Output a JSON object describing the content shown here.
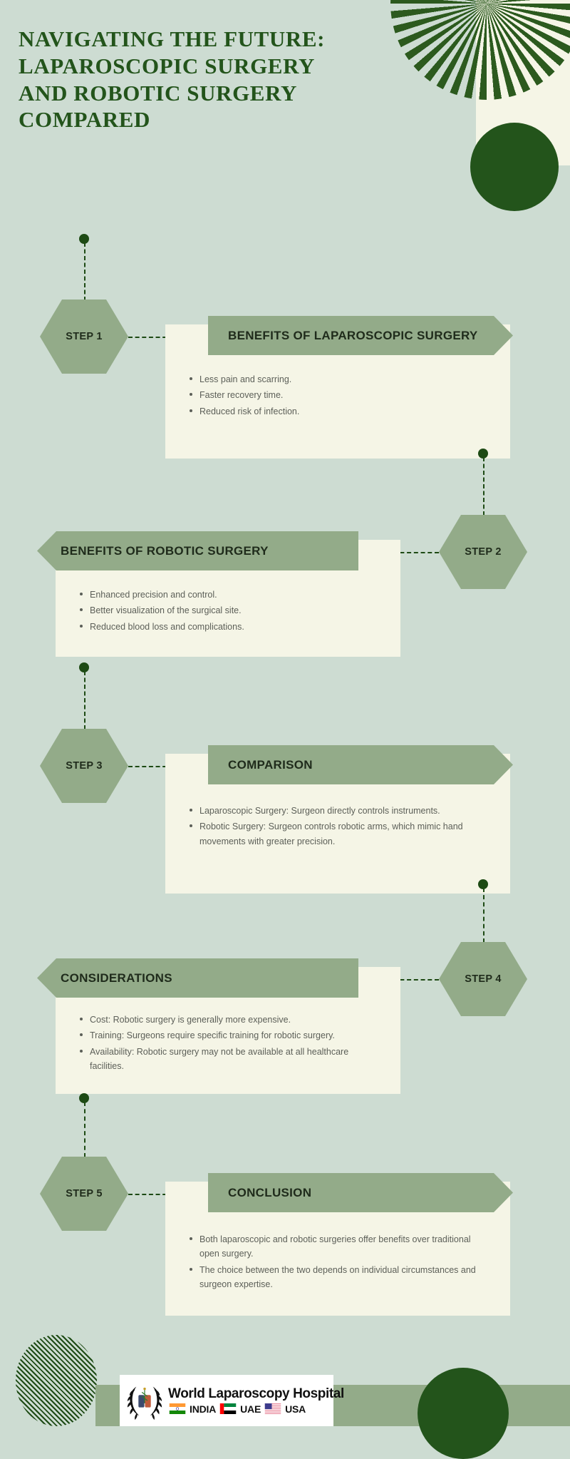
{
  "title": "NAVIGATING THE FUTURE: LAPAROSCOPIC SURGERY AND ROBOTIC SURGERY COMPARED",
  "colors": {
    "background": "#cddcd2",
    "card": "#f5f5e6",
    "accent_green": "#93ab89",
    "dark_green": "#23541b",
    "body_text": "#5c5f58",
    "heading_text": "#1f2b1b"
  },
  "steps": [
    {
      "step_label": "STEP 1",
      "heading": "BENEFITS OF LAPAROSCOPIC SURGERY",
      "side": "right",
      "bullets": [
        "Less pain and scarring.",
        "Faster recovery time.",
        "Reduced risk of infection."
      ]
    },
    {
      "step_label": "STEP 2",
      "heading": "BENEFITS OF ROBOTIC SURGERY",
      "side": "left",
      "bullets": [
        "Enhanced precision and control.",
        "Better visualization of the surgical site.",
        "Reduced blood loss and complications."
      ]
    },
    {
      "step_label": "STEP 3",
      "heading": "COMPARISON",
      "side": "right",
      "bullets": [
        "Laparoscopic Surgery: Surgeon directly controls instruments.",
        "Robotic Surgery: Surgeon controls robotic arms, which mimic hand movements with greater precision."
      ]
    },
    {
      "step_label": "STEP 4",
      "heading": "CONSIDERATIONS",
      "side": "left",
      "bullets": [
        "Cost: Robotic surgery is generally more expensive.",
        "Training: Surgeons require specific training for robotic surgery.",
        "Availability: Robotic surgery may not be available at all healthcare facilities."
      ]
    },
    {
      "step_label": "STEP 5",
      "heading": "CONCLUSION",
      "side": "right",
      "bullets": [
        "Both laparoscopic and robotic surgeries offer benefits over traditional open surgery.",
        "The choice between the two depends on individual circumstances and surgeon expertise."
      ]
    }
  ],
  "footer": {
    "logo_title": "World Laparoscopy Hospital",
    "countries": [
      {
        "name": "INDIA",
        "flag": "india-flag-icon"
      },
      {
        "name": "UAE",
        "flag": "uae-flag-icon"
      },
      {
        "name": "USA",
        "flag": "usa-flag-icon"
      }
    ],
    "emblem": "wreath-caduceus-emblem-icon"
  }
}
